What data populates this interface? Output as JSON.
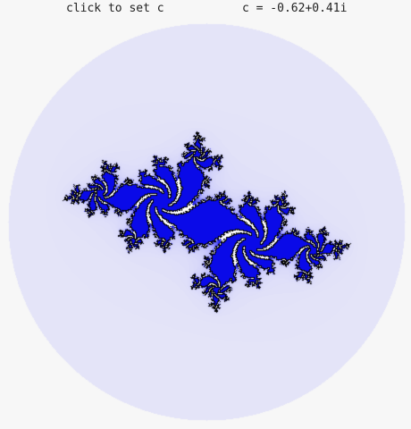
{
  "app": {
    "hint_label": "click to set c",
    "c_readout": "c = -0.62+0.41i"
  },
  "fractal": {
    "type": "julia-set",
    "c_real": -0.62,
    "c_imag": 0.41,
    "colors": {
      "background": "#f7f7f7",
      "disk_light": "#e4e4f8",
      "escape_mid": "#9a9aff",
      "interior": "#0a0ae8",
      "boundary": "#000000",
      "inner_white": "#ffffff"
    }
  }
}
